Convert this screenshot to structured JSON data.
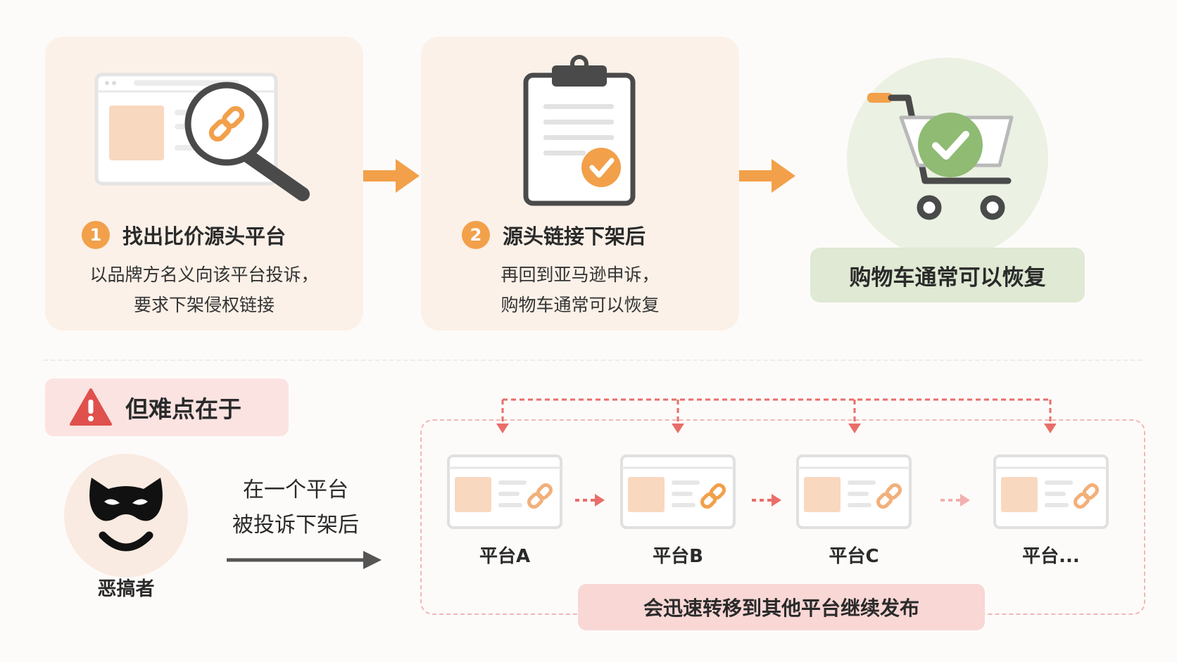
{
  "step1": {
    "number": "1",
    "title": "找出比价源头平台",
    "desc_line1": "以品牌方名义向该平台投诉，",
    "desc_line2": "要求下架侵权链接"
  },
  "step2": {
    "number": "2",
    "title": "源头链接下架后",
    "desc_line1": "再回到亚马逊申诉，",
    "desc_line2": "购物车通常可以恢复"
  },
  "result": {
    "label": "购物车通常可以恢复"
  },
  "warning": {
    "label": "但难点在于"
  },
  "villain": {
    "label": "恶搞者"
  },
  "middle": {
    "line1": "在一个平台",
    "line2": "被投诉下架后"
  },
  "platforms": [
    "平台A",
    "平台B",
    "平台C",
    "平台..."
  ],
  "bottom_note": "会迅速转移到其他平台继续发布",
  "colors": {
    "accent_orange": "#f2a04a",
    "card_bg": "#fbf1e8",
    "green_bg": "#dfe9d3",
    "check_green": "#8fbb73",
    "warn_red": "#e0504c",
    "dash_red": "#e86e6a"
  }
}
